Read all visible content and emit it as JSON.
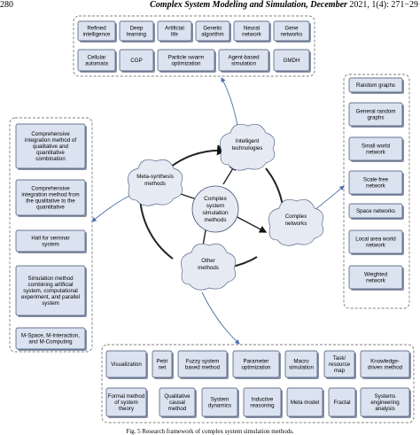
{
  "header": {
    "page_number": "280",
    "journal": "Complex System Modeling and Simulation, December",
    "issue": "2021, 1(4): 271−29"
  },
  "center": {
    "lines": [
      "Complex",
      "system",
      "simulation",
      "methods"
    ]
  },
  "hubs": {
    "intelligent": [
      "Intelligent",
      "technologies"
    ],
    "meta": [
      "Meta-synthesis",
      "methods"
    ],
    "networks": [
      "Complex",
      "networks"
    ],
    "other": [
      "Other",
      "methods"
    ]
  },
  "top_boxes": [
    [
      "Refined",
      "intelligence"
    ],
    [
      "Deep",
      "learning"
    ],
    [
      "Artificial",
      "life"
    ],
    [
      "Genetic",
      "algorithm"
    ],
    [
      "Neural",
      "network"
    ],
    [
      "Gene",
      "networks"
    ],
    [
      "Cellular",
      "automata"
    ],
    [
      "CGP"
    ],
    [
      "Particle swarm",
      "optimization"
    ],
    [
      "Agent-based",
      "simulation"
    ],
    [
      "GMDH"
    ]
  ],
  "left_boxes": [
    [
      "Comprehensive",
      "integration method of",
      "qualitative and",
      "quantitative",
      "combination"
    ],
    [
      "Comprehensive",
      "integration method from",
      "the qualitative to the",
      "quantitative"
    ],
    [
      "Hall for seminar",
      "system"
    ],
    [
      "Simulation method",
      "combining artificial",
      "system, computational",
      "experiment, and parallel",
      "system"
    ],
    [
      "M-Space, M-Interaction,",
      "and M-Computing"
    ]
  ],
  "right_boxes": [
    [
      "Random graphs"
    ],
    [
      "General random",
      "graphs"
    ],
    [
      "Small world",
      "network"
    ],
    [
      "Scale-free",
      "network"
    ],
    [
      "Space networks"
    ],
    [
      "Local area world",
      "network"
    ],
    [
      "Weighted",
      "network"
    ]
  ],
  "bottom_boxes": [
    [
      "Visualization"
    ],
    [
      "Petri",
      "net"
    ],
    [
      "Fuzzy system",
      "based method"
    ],
    [
      "Parameter",
      "optimization"
    ],
    [
      "Macro",
      "simulation"
    ],
    [
      "Task/",
      "resource",
      "map"
    ],
    [
      "Knowledge-",
      "driven method"
    ],
    [
      "Formal method",
      "of system",
      "theory"
    ],
    [
      "Qualitative",
      "causal",
      "method"
    ],
    [
      "System",
      "dynamics"
    ],
    [
      "Inductive",
      "reasoning"
    ],
    [
      "Meta model"
    ],
    [
      "Fractal"
    ],
    [
      "Systems",
      "engineering",
      "analysis"
    ]
  ],
  "caption": "Fig. 5   Research framework of complex system simulation methods."
}
